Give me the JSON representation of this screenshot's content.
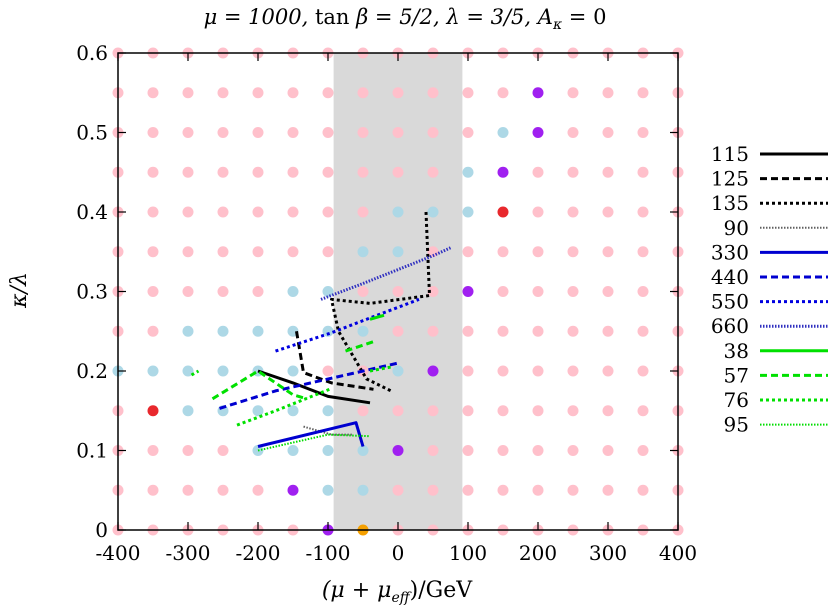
{
  "chart_data": {
    "type": "scatter",
    "title": "μ = 1000, tan β = 5/2, λ = 3/5, A_κ = 0",
    "title_parts": {
      "mu": "μ = 1000, ",
      "tanb_fn": "tan",
      "tanb": " β = 5/2, ",
      "lambda": "λ = 3/5, ",
      "akappa": "A",
      "akappa_sub": "κ",
      "akappa_val": " = 0"
    },
    "xlabel": "(μ + μ_eff)/GeV",
    "xlabel_parts": {
      "open": "(μ + μ",
      "sub": "eff",
      "close": ")/GeV"
    },
    "ylabel": "κ/λ",
    "xlim": [
      -400,
      400
    ],
    "ylim": [
      0,
      0.6
    ],
    "xticks": [
      -400,
      -300,
      -200,
      -100,
      0,
      100,
      200,
      300,
      400
    ],
    "yticks": [
      0,
      0.1,
      0.2,
      0.3,
      0.4,
      0.5,
      0.6
    ],
    "xtick_labels": [
      "-400",
      "-300",
      "-200",
      "-100",
      "0",
      "100",
      "200",
      "300",
      "400"
    ],
    "ytick_labels": [
      "0",
      "0.1",
      "0.2",
      "0.3",
      "0.4",
      "0.5",
      "0.6"
    ],
    "shaded_band": {
      "x": [
        -92,
        92
      ],
      "color": "#d9d9d9"
    },
    "grid_x": [
      -400,
      -350,
      -300,
      -250,
      -200,
      -150,
      -100,
      -50,
      0,
      50,
      100,
      150,
      200,
      250,
      300,
      350,
      400
    ],
    "grid_y": [
      0,
      0.05,
      0.1,
      0.15,
      0.2,
      0.25,
      0.3,
      0.35,
      0.4,
      0.45,
      0.5,
      0.55,
      0.6
    ],
    "point_colors": {
      "pink": "#ffc0cb",
      "lightblue": "#add8e6",
      "purple": "#a020f0",
      "red": "#e8282d",
      "orange": "#f5a000"
    },
    "special_points": [
      {
        "x": -100,
        "y": 0,
        "c": "purple"
      },
      {
        "x": -50,
        "y": 0,
        "c": "orange"
      },
      {
        "x": -150,
        "y": 0.05,
        "c": "purple"
      },
      {
        "x": -100,
        "y": 0.05,
        "c": "lightblue"
      },
      {
        "x": -50,
        "y": 0.05,
        "c": "lightblue"
      },
      {
        "x": -200,
        "y": 0.1,
        "c": "lightblue"
      },
      {
        "x": -150,
        "y": 0.1,
        "c": "lightblue"
      },
      {
        "x": -100,
        "y": 0.1,
        "c": "lightblue"
      },
      {
        "x": -50,
        "y": 0.1,
        "c": "lightblue"
      },
      {
        "x": 0,
        "y": 0.1,
        "c": "purple"
      },
      {
        "x": -350,
        "y": 0.15,
        "c": "red"
      },
      {
        "x": -300,
        "y": 0.15,
        "c": "lightblue"
      },
      {
        "x": -250,
        "y": 0.15,
        "c": "lightblue"
      },
      {
        "x": -200,
        "y": 0.15,
        "c": "lightblue"
      },
      {
        "x": -150,
        "y": 0.15,
        "c": "lightblue"
      },
      {
        "x": -100,
        "y": 0.15,
        "c": "lightblue"
      },
      {
        "x": -400,
        "y": 0.2,
        "c": "lightblue"
      },
      {
        "x": -350,
        "y": 0.2,
        "c": "lightblue"
      },
      {
        "x": -300,
        "y": 0.2,
        "c": "lightblue"
      },
      {
        "x": -250,
        "y": 0.2,
        "c": "lightblue"
      },
      {
        "x": -200,
        "y": 0.2,
        "c": "lightblue"
      },
      {
        "x": -150,
        "y": 0.2,
        "c": "lightblue"
      },
      {
        "x": 0,
        "y": 0.2,
        "c": "lightblue"
      },
      {
        "x": 50,
        "y": 0.2,
        "c": "purple"
      },
      {
        "x": -300,
        "y": 0.25,
        "c": "lightblue"
      },
      {
        "x": -250,
        "y": 0.25,
        "c": "lightblue"
      },
      {
        "x": -200,
        "y": 0.25,
        "c": "lightblue"
      },
      {
        "x": -150,
        "y": 0.25,
        "c": "lightblue"
      },
      {
        "x": -100,
        "y": 0.25,
        "c": "lightblue"
      },
      {
        "x": -50,
        "y": 0.25,
        "c": "lightblue"
      },
      {
        "x": -150,
        "y": 0.3,
        "c": "lightblue"
      },
      {
        "x": -100,
        "y": 0.3,
        "c": "lightblue"
      },
      {
        "x": 100,
        "y": 0.3,
        "c": "purple"
      },
      {
        "x": -50,
        "y": 0.35,
        "c": "lightblue"
      },
      {
        "x": 0,
        "y": 0.35,
        "c": "lightblue"
      },
      {
        "x": 0,
        "y": 0.4,
        "c": "lightblue"
      },
      {
        "x": 50,
        "y": 0.4,
        "c": "lightblue"
      },
      {
        "x": 100,
        "y": 0.4,
        "c": "lightblue"
      },
      {
        "x": 150,
        "y": 0.4,
        "c": "red"
      },
      {
        "x": 100,
        "y": 0.45,
        "c": "lightblue"
      },
      {
        "x": 150,
        "y": 0.45,
        "c": "purple"
      },
      {
        "x": 150,
        "y": 0.5,
        "c": "lightblue"
      },
      {
        "x": 200,
        "y": 0.5,
        "c": "purple"
      },
      {
        "x": 200,
        "y": 0.55,
        "c": "purple"
      }
    ],
    "series": [
      {
        "name": "115",
        "color": "#000000",
        "style": "solid",
        "width": 3,
        "points": [
          [
            -200,
            0.2
          ],
          [
            -150,
            0.185
          ],
          [
            -100,
            0.168
          ],
          [
            -40,
            0.16
          ]
        ]
      },
      {
        "name": "125",
        "color": "#000000",
        "style": "dashed",
        "width": 3,
        "points": [
          [
            -145,
            0.25
          ],
          [
            -135,
            0.198
          ],
          [
            -95,
            0.185
          ],
          [
            -35,
            0.177
          ]
        ]
      },
      {
        "name": "135",
        "color": "#000000",
        "style": "dotted",
        "width": 3,
        "points": [
          [
            40,
            0.4
          ],
          [
            45,
            0.295
          ],
          [
            -40,
            0.285
          ],
          [
            -95,
            0.29
          ],
          [
            -85,
            0.25
          ],
          [
            -65,
            0.22
          ],
          [
            -45,
            0.19
          ],
          [
            -10,
            0.175
          ]
        ]
      },
      {
        "name": "90",
        "color": "#606060",
        "style": "fine",
        "width": 2,
        "points": [
          [
            -135,
            0.13
          ],
          [
            -95,
            0.12
          ],
          [
            -65,
            0.12
          ]
        ]
      },
      {
        "name": "330",
        "color": "#0000d0",
        "style": "solid",
        "width": 3,
        "points": [
          [
            -200,
            0.105
          ],
          [
            -60,
            0.135
          ],
          [
            -50,
            0.105
          ]
        ]
      },
      {
        "name": "440",
        "color": "#0000d0",
        "style": "dashed",
        "width": 3,
        "points": [
          [
            -255,
            0.153
          ],
          [
            -175,
            0.175
          ],
          [
            0,
            0.21
          ]
        ]
      },
      {
        "name": "550",
        "color": "#0000e0",
        "style": "dotted",
        "width": 3,
        "points": [
          [
            -175,
            0.225
          ],
          [
            -95,
            0.248
          ],
          [
            -60,
            0.26
          ],
          [
            30,
            0.29
          ]
        ]
      },
      {
        "name": "660",
        "color": "#3030c0",
        "style": "fine",
        "width": 3,
        "points": [
          [
            -110,
            0.29
          ],
          [
            -50,
            0.31
          ],
          [
            50,
            0.345
          ],
          [
            75,
            0.355
          ]
        ]
      },
      {
        "name": "38",
        "color": "#00e000",
        "style": "solid",
        "width": 3,
        "points": [
          [
            -40,
            0.265
          ],
          [
            -20,
            0.27
          ]
        ]
      },
      {
        "name": "57",
        "color": "#00e000",
        "style": "dashed",
        "width": 3,
        "points": [
          [
            -265,
            0.165
          ],
          [
            -200,
            0.2
          ],
          [
            -150,
            0.17
          ],
          [
            -130,
            0.165
          ]
        ]
      },
      {
        "name": "76",
        "color": "#00e000",
        "style": "dotted",
        "width": 3,
        "points": [
          [
            -230,
            0.132
          ],
          [
            -175,
            0.15
          ],
          [
            -95,
            0.178
          ]
        ]
      },
      {
        "name": "95",
        "color": "#00dd00",
        "style": "fine",
        "width": 2,
        "points": [
          [
            -200,
            0.1
          ],
          [
            -100,
            0.12
          ],
          [
            -40,
            0.118
          ]
        ]
      },
      {
        "name": "",
        "color": "#00e000",
        "style": "dashed",
        "width": 3,
        "points": [
          [
            -75,
            0.225
          ],
          [
            -35,
            0.237
          ]
        ]
      },
      {
        "name": "",
        "color": "#00e000",
        "style": "dotted",
        "width": 3,
        "points": [
          [
            -295,
            0.195
          ],
          [
            -285,
            0.2
          ]
        ]
      },
      {
        "name": "",
        "color": "#00e000",
        "style": "dotted",
        "width": 3,
        "points": [
          [
            -40,
            0.2
          ],
          [
            -10,
            0.205
          ]
        ]
      }
    ],
    "legend_position": "right",
    "grid": false
  }
}
